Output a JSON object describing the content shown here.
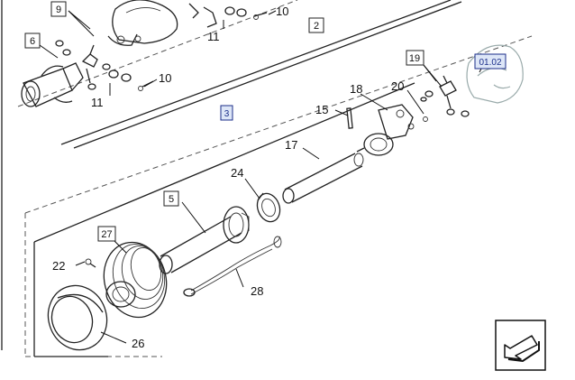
{
  "diagram": {
    "callouts": {
      "c9": "9",
      "c6": "6",
      "c10a": "10",
      "c11a": "11",
      "c10b": "10",
      "c11b": "11",
      "c2": "2",
      "c19": "19",
      "c0102": "01.02",
      "c18": "18",
      "c20": "20",
      "c3": "3",
      "c15": "15",
      "c17": "17",
      "c24": "24",
      "c5": "5",
      "c27": "27",
      "c22": "22",
      "c28": "28",
      "c26": "26"
    },
    "icons": {
      "nav": "arrow-back-icon"
    }
  }
}
